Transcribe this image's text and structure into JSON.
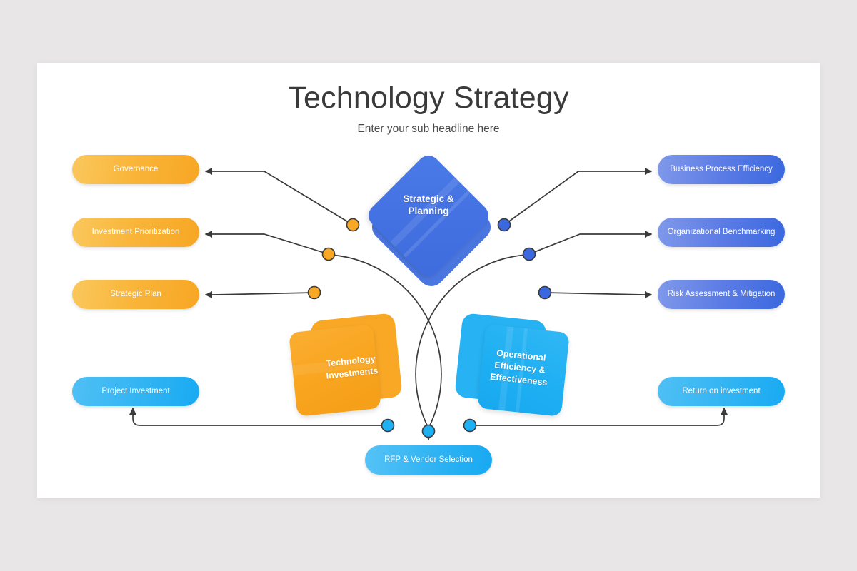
{
  "slide": {
    "title": "Technology Strategy",
    "subtitle": "Enter your sub headline here",
    "background_color": "#e8e6e6",
    "canvas_color": "#ffffff"
  },
  "colors": {
    "orange_light": "#fac85d",
    "orange_dark": "#f7a623",
    "blue_light": "#8099ea",
    "blue_dark": "#3a68df",
    "cyan_light": "#4fc0f5",
    "cyan_dark": "#18aaf2",
    "diamond_blue": "#4472e2",
    "connector": "#3a3a3a"
  },
  "center_nodes": [
    {
      "id": "strategic-planning",
      "label": "Strategic &\nPlanning",
      "shape": "diamond",
      "color": "#4472e2"
    },
    {
      "id": "technology-investments",
      "label": "Technology\nInvestments",
      "shape": "rounded-square",
      "color": "#f9a51f"
    },
    {
      "id": "operational-efficiency",
      "label": "Operational\nEfficiency &\nEffectiveness",
      "shape": "rounded-square",
      "color": "#1fb0f3"
    }
  ],
  "left_items": [
    {
      "id": "governance",
      "label": "Governance",
      "color": "orange"
    },
    {
      "id": "investment-prioritization",
      "label": "Investment Prioritization",
      "color": "orange"
    },
    {
      "id": "strategic-plan",
      "label": "Strategic Plan",
      "color": "orange"
    },
    {
      "id": "project-investment",
      "label": "Project Investment",
      "color": "cyan"
    }
  ],
  "right_items": [
    {
      "id": "business-process-efficiency",
      "label": "Business Process Efficiency",
      "color": "blue"
    },
    {
      "id": "organizational-benchmarking",
      "label": "Organizational Benchmarking",
      "color": "blue"
    },
    {
      "id": "risk-assessment-mitigation",
      "label": "Risk Assessment & Mitigation",
      "color": "blue"
    },
    {
      "id": "return-on-investment",
      "label": "Return on investment",
      "color": "cyan"
    }
  ],
  "bottom_item": {
    "id": "rfp-vendor-selection",
    "label": "RFP & Vendor Selection",
    "color": "cyan"
  },
  "arc_nodes": [
    {
      "id": "node-l1",
      "color": "#f9a826"
    },
    {
      "id": "node-l2",
      "color": "#f9a826"
    },
    {
      "id": "node-l3",
      "color": "#f9a826"
    },
    {
      "id": "node-r1",
      "color": "#3a68df"
    },
    {
      "id": "node-r2",
      "color": "#3a68df"
    },
    {
      "id": "node-r3",
      "color": "#3a68df"
    },
    {
      "id": "node-b1",
      "color": "#1fb0f3"
    },
    {
      "id": "node-b2",
      "color": "#1fb0f3"
    },
    {
      "id": "node-b3",
      "color": "#1fb0f3"
    }
  ]
}
